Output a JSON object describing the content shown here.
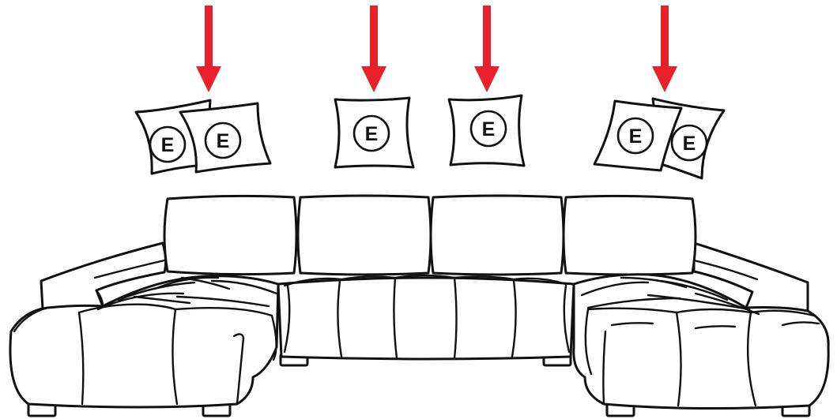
{
  "colors": {
    "arrow": "#e8202a",
    "outline": "#111111",
    "background": "#ffffff"
  },
  "pillow_label": "E",
  "pillows": [
    {
      "label": "E"
    },
    {
      "label": "E"
    },
    {
      "label": "E"
    },
    {
      "label": "E"
    },
    {
      "label": "E"
    },
    {
      "label": "E"
    }
  ],
  "arrows_count": 4
}
